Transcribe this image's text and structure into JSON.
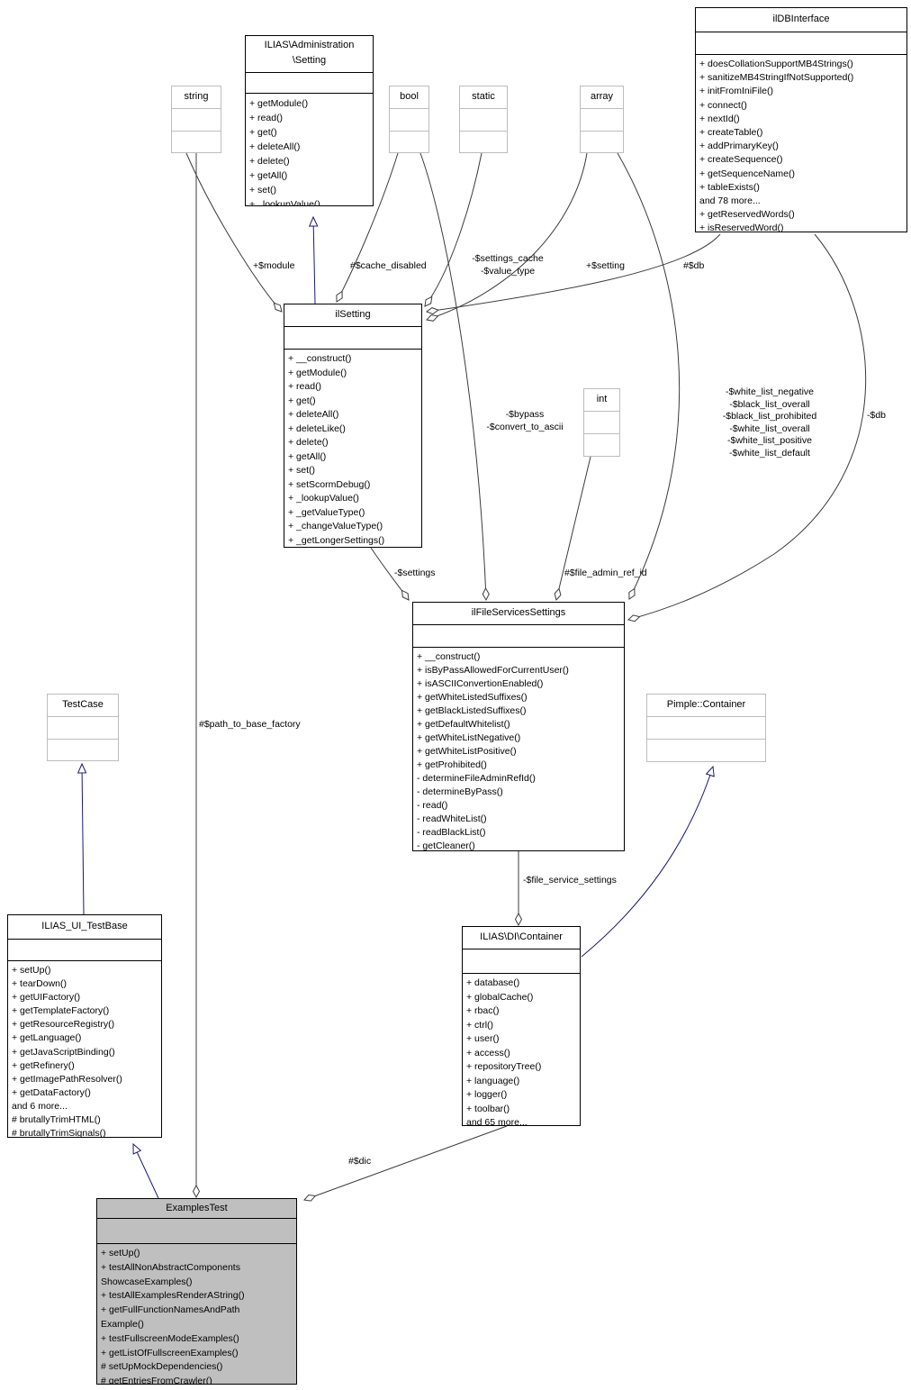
{
  "colors": {
    "main_border": "#000000",
    "type_border": "#bdbdbd",
    "highlight_fill": "#bfbfbf",
    "inheritance_edge": "#191970",
    "aggregation_edge": "#3c3c3c"
  },
  "classes": {
    "string_type": {
      "title": "string"
    },
    "bool_type": {
      "title": "bool"
    },
    "static_type": {
      "title": "static"
    },
    "array_type": {
      "title": "array"
    },
    "int_type": {
      "title": "int"
    },
    "testcase": {
      "title": "TestCase"
    },
    "pimple_container": {
      "title": "Pimple::Container"
    },
    "admin_setting": {
      "title": "ILIAS\\Administration\n\\Setting",
      "methods": [
        "+ getModule()",
        "+ read()",
        "+ get()",
        "+ deleteAll()",
        "+ delete()",
        "+ getAll()",
        "+ set()",
        "+ _lookupValue()"
      ]
    },
    "ildbinterface": {
      "title": "ilDBInterface",
      "methods": [
        "+ doesCollationSupportMB4Strings()",
        "+ sanitizeMB4StringIfNotSupported()",
        "+ initFromIniFile()",
        "+ connect()",
        "+ nextId()",
        "+ createTable()",
        "+ addPrimaryKey()",
        "+ createSequence()",
        "+ getSequenceName()",
        "+ tableExists()",
        "and 78 more...",
        "+ getReservedWords()",
        "+ isReservedWord()"
      ]
    },
    "ilsetting": {
      "title": "ilSetting",
      "methods": [
        "+ __construct()",
        "+ getModule()",
        "+ read()",
        "+ get()",
        "+ deleteAll()",
        "+ deleteLike()",
        "+ delete()",
        "+ getAll()",
        "+ set()",
        "+ setScormDebug()",
        "+ _lookupValue()",
        "+ _getValueType()",
        "+ _changeValueType()",
        "+ _getLongerSettings()"
      ]
    },
    "ilfileservicessettings": {
      "title": "ilFileServicesSettings",
      "methods": [
        "+ __construct()",
        "+ isByPassAllowedForCurrentUser()",
        "+ isASCIIConvertionEnabled()",
        "+ getWhiteListedSuffixes()",
        "+ getBlackListedSuffixes()",
        "+ getDefaultWhitelist()",
        "+ getWhiteListNegative()",
        "+ getWhiteListPositive()",
        "+ getProhibited()",
        "- determineFileAdminRefId()",
        "- determineByPass()",
        "- read()",
        "- readWhiteList()",
        "- readBlackList()",
        "- getCleaner()"
      ]
    },
    "ilias_ui_testbase": {
      "title": "ILIAS_UI_TestBase",
      "methods": [
        "+ setUp()",
        "+ tearDown()",
        "+ getUIFactory()",
        "+ getTemplateFactory()",
        "+ getResourceRegistry()",
        "+ getLanguage()",
        "+ getJavaScriptBinding()",
        "+ getRefinery()",
        "+ getImagePathResolver()",
        "+ getDataFactory()",
        "and 6 more...",
        "# brutallyTrimHTML()",
        "# brutallyTrimSignals()"
      ]
    },
    "di_container": {
      "title": "ILIAS\\DI\\Container",
      "methods": [
        "+ database()",
        "+ globalCache()",
        "+ rbac()",
        "+ ctrl()",
        "+ user()",
        "+ access()",
        "+ repositoryTree()",
        "+ language()",
        "+ logger()",
        "+ toolbar()",
        "and 65 more..."
      ]
    },
    "examplestest": {
      "title": "ExamplesTest",
      "methods": [
        "+ setUp()",
        "+ testAllNonAbstractComponents",
        "ShowcaseExamples()",
        "+ testAllExamplesRenderAString()",
        "+ getFullFunctionNamesAndPath",
        "Example()",
        "+ testFullscreenModeExamples()",
        "+ getListOfFullscreenExamples()",
        "# setUpMockDependencies()",
        "# getEntriesFromCrawler()"
      ]
    }
  },
  "edge_labels": {
    "module": "+$module",
    "cache_disabled": "#$cache_disabled",
    "settings_cache": "-$settings_cache\n-$value_type",
    "setting": "+$setting",
    "db_protected": "#$db",
    "bypass": "-$bypass\n-$convert_to_ascii",
    "white_lists": "-$white_list_negative\n-$black_list_overall\n-$black_list_prohibited\n-$white_list_overall\n-$white_list_positive\n-$white_list_default",
    "db_private": "-$db",
    "settings": "-$settings",
    "file_admin_ref_id": "#$file_admin_ref_id",
    "path_to_base_factory": "#$path_to_base_factory",
    "file_service_settings": "-$file_service_settings",
    "dic": "#$dic"
  }
}
